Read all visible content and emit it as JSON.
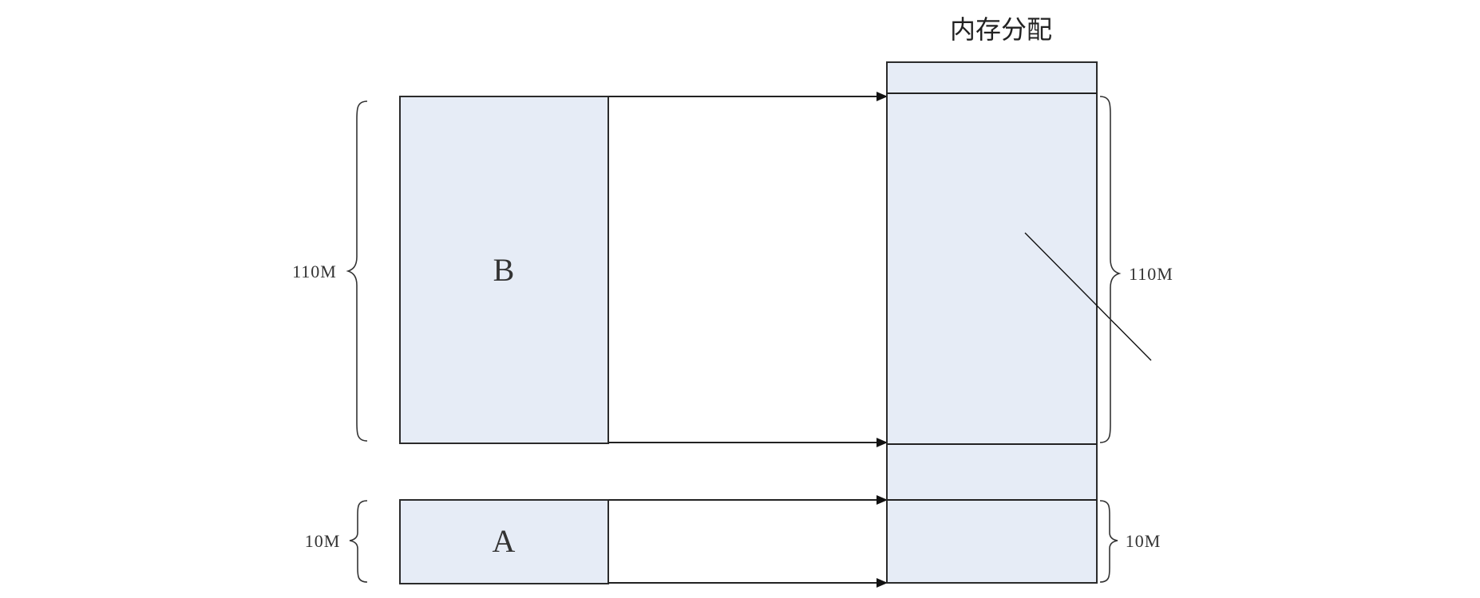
{
  "title": "内存分配",
  "block_b": {
    "label": "B",
    "size_label": "110M"
  },
  "block_a": {
    "label": "A",
    "size_label": "10M"
  },
  "memory": {
    "b_size_label": "110M",
    "a_size_label": "10M"
  },
  "colors": {
    "block_fill": "#e6ecf6",
    "stroke": "#2b2b2b"
  }
}
